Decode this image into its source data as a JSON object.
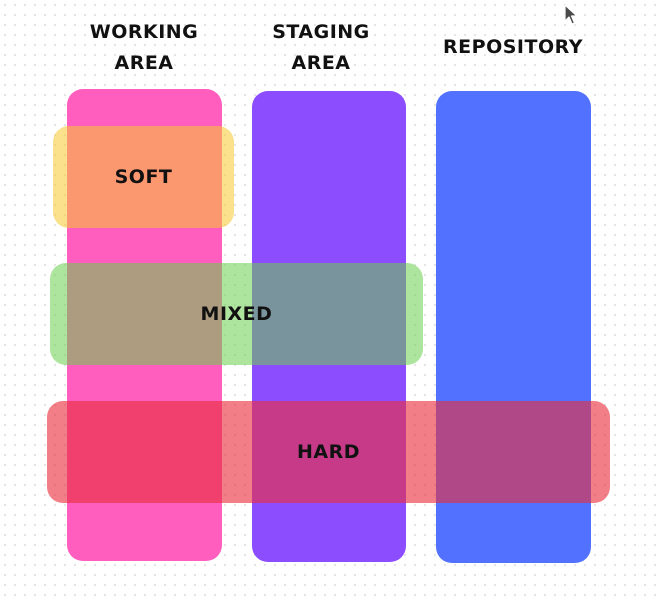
{
  "headers": {
    "working": [
      "WORKING",
      "AREA"
    ],
    "staging": [
      "STAGING",
      "AREA"
    ],
    "repository": [
      "REPOSITORY"
    ]
  },
  "bands": {
    "soft": "SOFT",
    "mixed": "MIXED",
    "hard": "HARD"
  },
  "colors": {
    "working_column": "#ff5ebe",
    "staging_column": "#8c4dff",
    "repository_column": "#5271ff",
    "soft_band": "#f8c92e",
    "mixed_band": "#6ccf4f",
    "hard_band": "#ea2f3e",
    "text": "#111111"
  },
  "icons": {
    "cursor": "mouse-pointer-icon"
  }
}
